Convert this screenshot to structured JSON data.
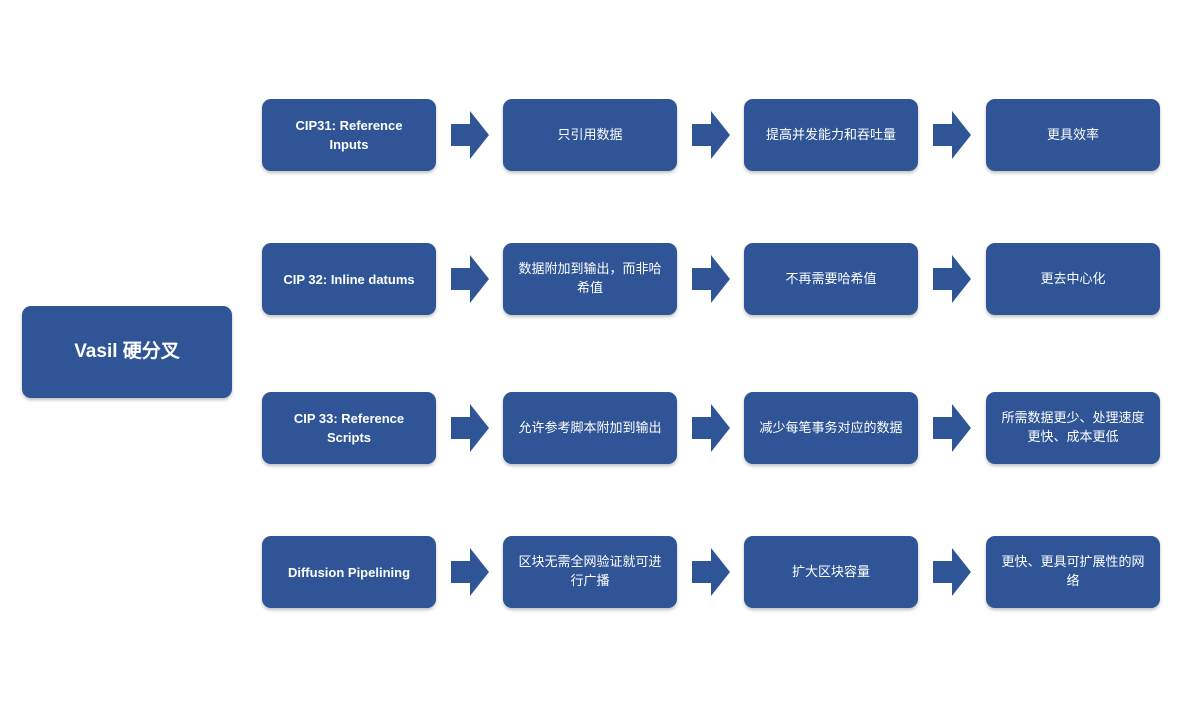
{
  "root": {
    "label": "Vasil 硬分叉"
  },
  "colors": {
    "box_fill": "#2f5597",
    "text": "#ffffff",
    "background": "#ffffff"
  },
  "rows": [
    {
      "steps": [
        "CIP31: Reference Inputs",
        "只引用数据",
        "提高并发能力和吞吐量",
        "更具效率"
      ]
    },
    {
      "steps": [
        "CIP 32: Inline datums",
        "数据附加到输出，而非哈希值",
        "不再需要哈希值",
        "更去中心化"
      ]
    },
    {
      "steps": [
        "CIP 33: Reference Scripts",
        "允许参考脚本附加到输出",
        "减少每笔事务对应的数据",
        "所需数据更少、处理速度更快、成本更低"
      ]
    },
    {
      "steps": [
        "Diffusion Pipelining",
        "区块无需全网验证就可进行广播",
        "扩大区块容量",
        "更快、更具可扩展性的网络"
      ]
    }
  ]
}
